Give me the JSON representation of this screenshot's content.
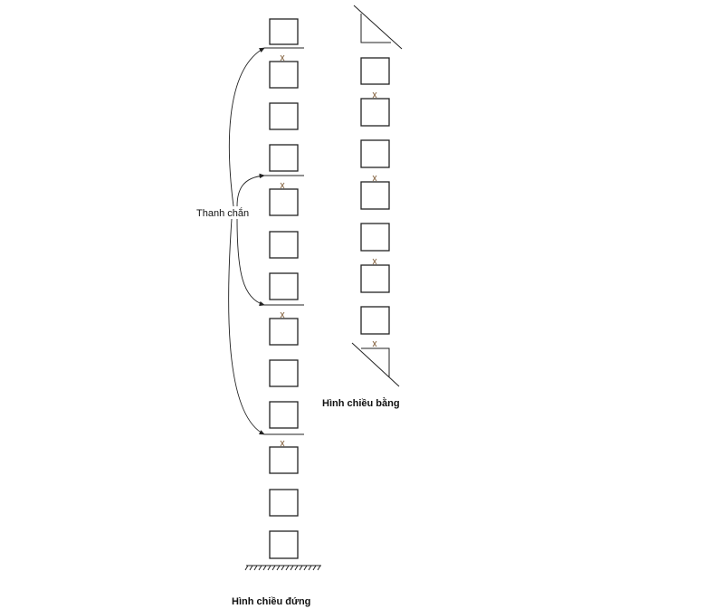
{
  "labels": {
    "bar_label": "Thanh chắn",
    "front_view": "Hình chiều đứng",
    "top_view": "Hình chiều bằng"
  },
  "colors": {
    "stroke": "#222222",
    "clip_mark": "#8b6b4a",
    "background": "#ffffff"
  },
  "front_view": {
    "box_count": 13,
    "barrier_after_box": [
      1,
      4,
      7,
      10
    ],
    "clip_mark_on_box": [
      2,
      5,
      8,
      11
    ],
    "base": "hatched ground"
  },
  "top_view": {
    "box_count": 7,
    "clip_mark_on_box": [
      2,
      4,
      6
    ],
    "end_braces": [
      "top-triangle",
      "bottom-triangle"
    ]
  }
}
